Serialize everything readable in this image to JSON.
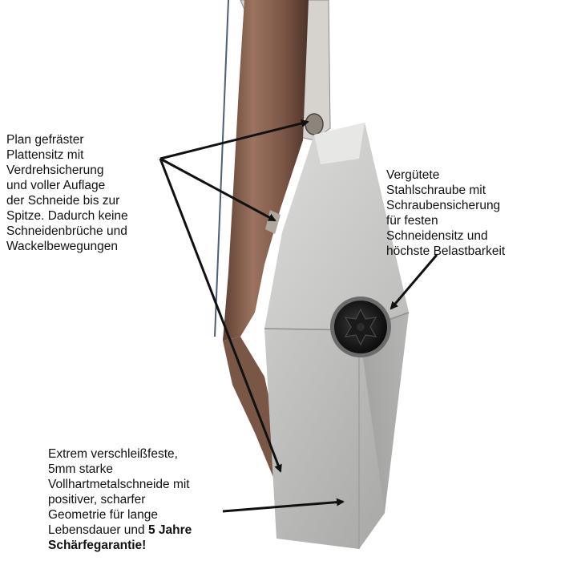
{
  "callouts": {
    "seat": "Plan gefräster\nPlattensitz mit\nVerdrehsicherung\nund voller Auflage\nder Schneide bis zur\nSpitze. Dadurch keine\nSchneidenbrüche und\nWackelbewegungen",
    "screw": "Vergütete\nStahlschraube mit\nSchraubensicherung\nfür festen\nSchneidensitz und\nhöchste Belastbarkeit",
    "blade_intro": "Extrem verschleißfeste,\n5mm starke\nVollhartmetalschneide mit\npositiver, scharfer\nGeometrie für lange\nLebensdauer und ",
    "blade_emphasis_1": "5 Jahre",
    "blade_emphasis_2": "Schärfegarantie!"
  },
  "colors": {
    "insert": "#b9b9b7",
    "shank": "#8a6450",
    "background": "#ffffff",
    "text": "#111111"
  },
  "icons": [
    "torx-screw-icon",
    "arrow-icon"
  ]
}
